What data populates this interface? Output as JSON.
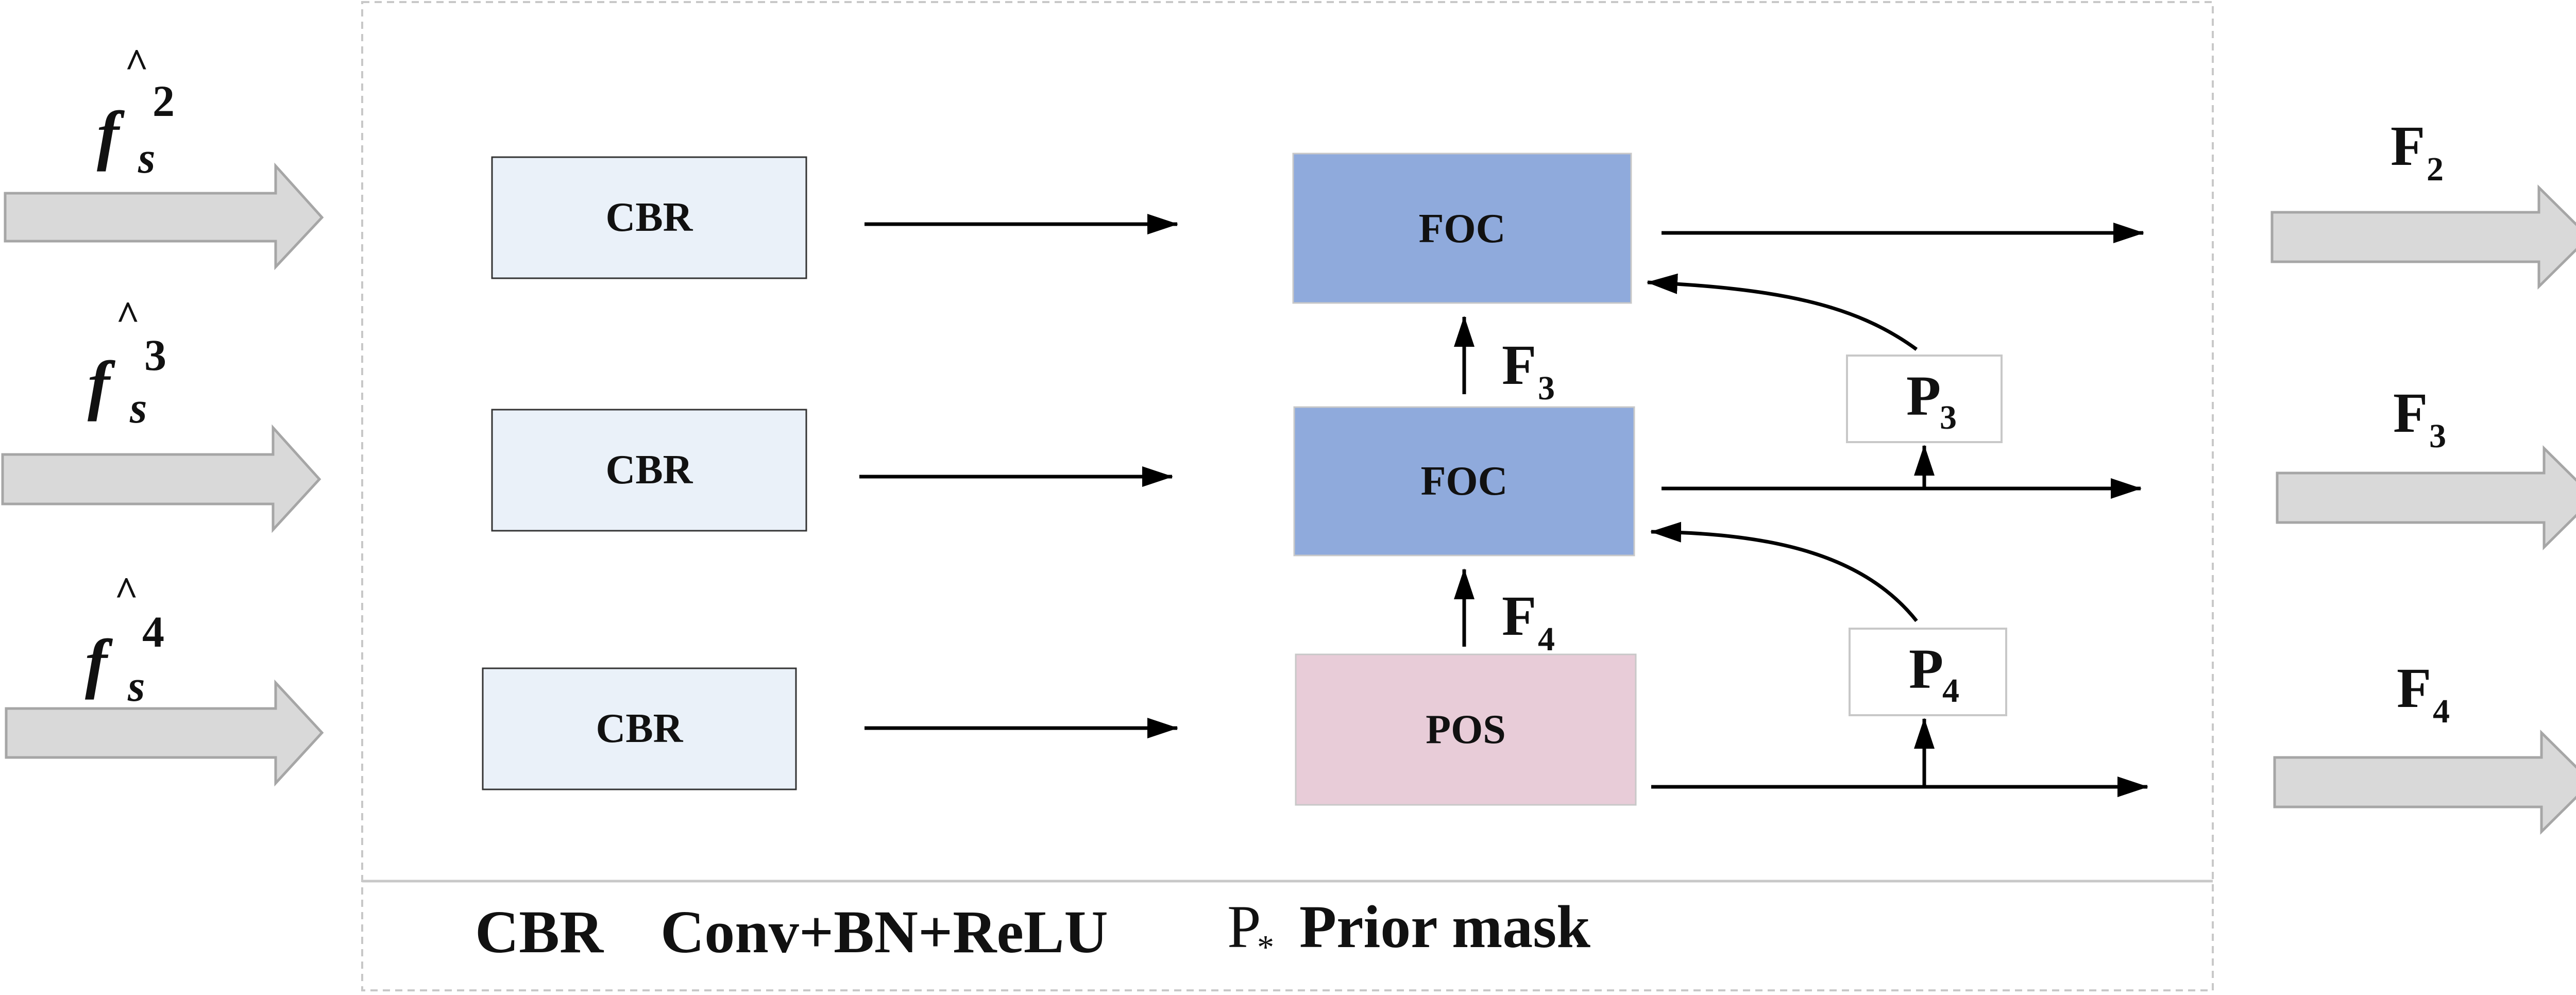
{
  "inputs": [
    {
      "base": "f",
      "sub": "s",
      "sup": "2",
      "hat": "^"
    },
    {
      "base": "f",
      "sub": "s",
      "sup": "3",
      "hat": "^"
    },
    {
      "base": "f",
      "sub": "s",
      "sup": "4",
      "hat": "^"
    }
  ],
  "cbr_blocks": [
    "CBR",
    "CBR",
    "CBR"
  ],
  "center_blocks": [
    "FOC",
    "FOC",
    "POS"
  ],
  "between_labels": [
    {
      "base": "F",
      "sub": "3"
    },
    {
      "base": "F",
      "sub": "4"
    }
  ],
  "prior_masks": [
    {
      "base": "P",
      "sub": "3"
    },
    {
      "base": "P",
      "sub": "4"
    }
  ],
  "outputs": [
    {
      "base": "F",
      "sub": "2"
    },
    {
      "base": "F",
      "sub": "3"
    },
    {
      "base": "F",
      "sub": "4"
    }
  ],
  "legend": {
    "cbr_key": "CBR",
    "cbr_desc": "Conv+BN+ReLU",
    "prior_key": "P",
    "prior_key_sub": "*",
    "prior_desc": "Prior mask"
  },
  "colors": {
    "cbr_fill": "#eaf1f9",
    "foc_fill": "#8faadc",
    "pos_fill": "#e8ccd8",
    "big_arrow_fill": "#d9d9d9",
    "big_arrow_stroke": "#a6a6a6",
    "frame_stroke": "#c8c8c8"
  }
}
